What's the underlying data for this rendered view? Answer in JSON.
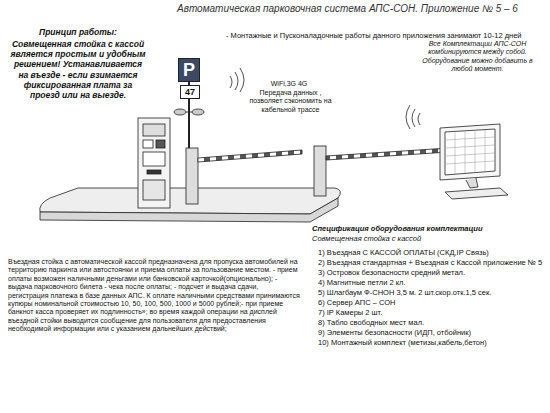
{
  "diagram": {
    "title": "Автоматическая парковочная система АПС-СОН.  Приложение № 5 – 6",
    "nodes": [
      {
        "text": [
          "P"
        ]
      },
      {
        "text": [
          "47"
        ]
      }
    ],
    "labels": [
      "Принцип работы:",
      "Совмещенная стойка с кассой является простым и удобным решением! Устанавливается на въезде - если взимается фиксированная плата за проезд или на выезде.",
      "- Монтажные и Пусконаладочные работы данного приложения занимают 10-12 дней",
      "Все Комплектации АПС-СОН комбинируются между собой. Оборудование можно добавить в любой момент.",
      "WiFi,3G 4G",
      "Передача данных , позволяет сэкономить на кабельной трассе",
      "Въездная стойка с автоматической кассой предназначена для пропуска автомобилей на территорию паркинга или автостоянки и приема оплаты за пользование местом. - прием оплаты возможен наличными деньгами или банковской карточкой(опционально); - выдача парковочного билета - чека после оплаты; - подсчет и выдача сдачи, регистрация платежа в базе данных АПС. К оплате наличными средствами принимаются купюры номинальной стоимостью 10, 50, 100, 500, 1000 и 5000 рублей;- при приеме банкнот касса проверяет их подлинность»; во время каждой операции на дисплей въездной стойки выводится сообщение для пользователя для предоставления необходимой информации или с указанием дальнейших действий;",
      "Спецификация оборудования комплектации",
      "Совмещенная стойка с кассой",
      "1) Въездная С КАССОЙ ОПЛАТЫ (СКД,IP Связь)",
      "2) Въездная стандартная +  Въездная с Кассой  приложение № 5",
      "3) Островок безопасности средний метал.",
      "4) Магнитные петли  2 кл.",
      "5) Шлагбаум Ф-СНОН 3,5 м. 2 шт.скор.отк.1,5 сек.",
      "6) Сервер АПС – СОН",
      "7) IP Камеры 2 шт.",
      "8) Табло свободных мест мал.",
      "9) Элементы безопасности (ИДП, отбойник)",
      "10) Монтажный комплект (метизы,кабель,бетон)"
    ]
  }
}
